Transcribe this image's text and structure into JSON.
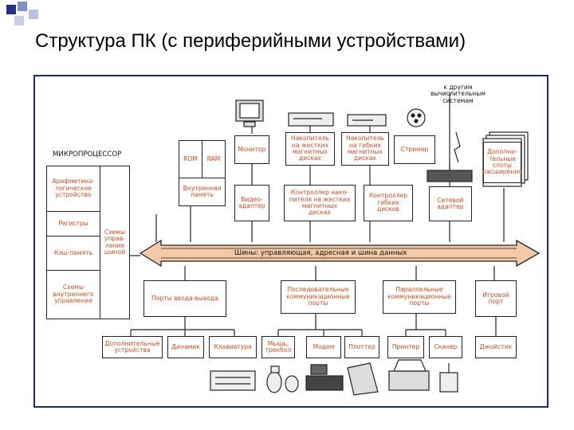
{
  "slide_title": "Структура ПК (с периферийными устройствами)",
  "colors": {
    "frame": "#1e2a6e",
    "box_text": "#d24a1c",
    "bus_fill": "#f3c9a6",
    "deco_blue": "#1f2f8a"
  },
  "diagram": {
    "microprocessor_label": "МИКРОПРОЦЕССОР",
    "to_other_computers": "к другим\nвычислительным\nсистемам",
    "bus_label": "Шины: управляющая, адресная и шина данных",
    "boxes": {
      "alu": "Арифметико-\nлогическое\nустройство",
      "registers": "Регистры",
      "cache": "Кэш-память",
      "internal_control": "Схемы\nвнутреннего\nуправления",
      "bus_control": "Схемы\nуправ-\nления\nшиной",
      "rom": "ROM",
      "ram": "RAM",
      "internal_memory": "Внутренняя\nпамять",
      "monitor": "Монитор",
      "hdd": "Накопитель\nна жестких\nмагнитных\nдисках",
      "fdd": "Накопитель\nна гибких\nмагнитных\nдисках",
      "streamer": "Стример",
      "expansion_slots": "Дополни-\nтельные\nслоты\nрасширения",
      "video_adapter": "Видео-\nадаптер",
      "hdd_controller": "Контроллер нако-\nпителя на жестких\nмагнитных\nдисках",
      "fdd_controller": "Контроллер\nгибких\nдисков",
      "network_adapter": "Сетевой\nадаптер",
      "io_ports": "Порты ввода-вывода",
      "serial_ports": "Последовательные\nкоммуникационные\nпорты",
      "parallel_ports": "Параллельные\nкоммуникационные\nпорты",
      "game_port": "Игровой\nпорт",
      "additional_devices": "Дополнительные\nустройства",
      "speaker": "Динамик",
      "keyboard": "Клавиатура",
      "mouse": "Мышь,\nтрекбол",
      "modem": "Модем",
      "plotter": "Плоттер",
      "printer": "Принтер",
      "scanner": "Сканер",
      "joystick": "Джойстик"
    }
  }
}
